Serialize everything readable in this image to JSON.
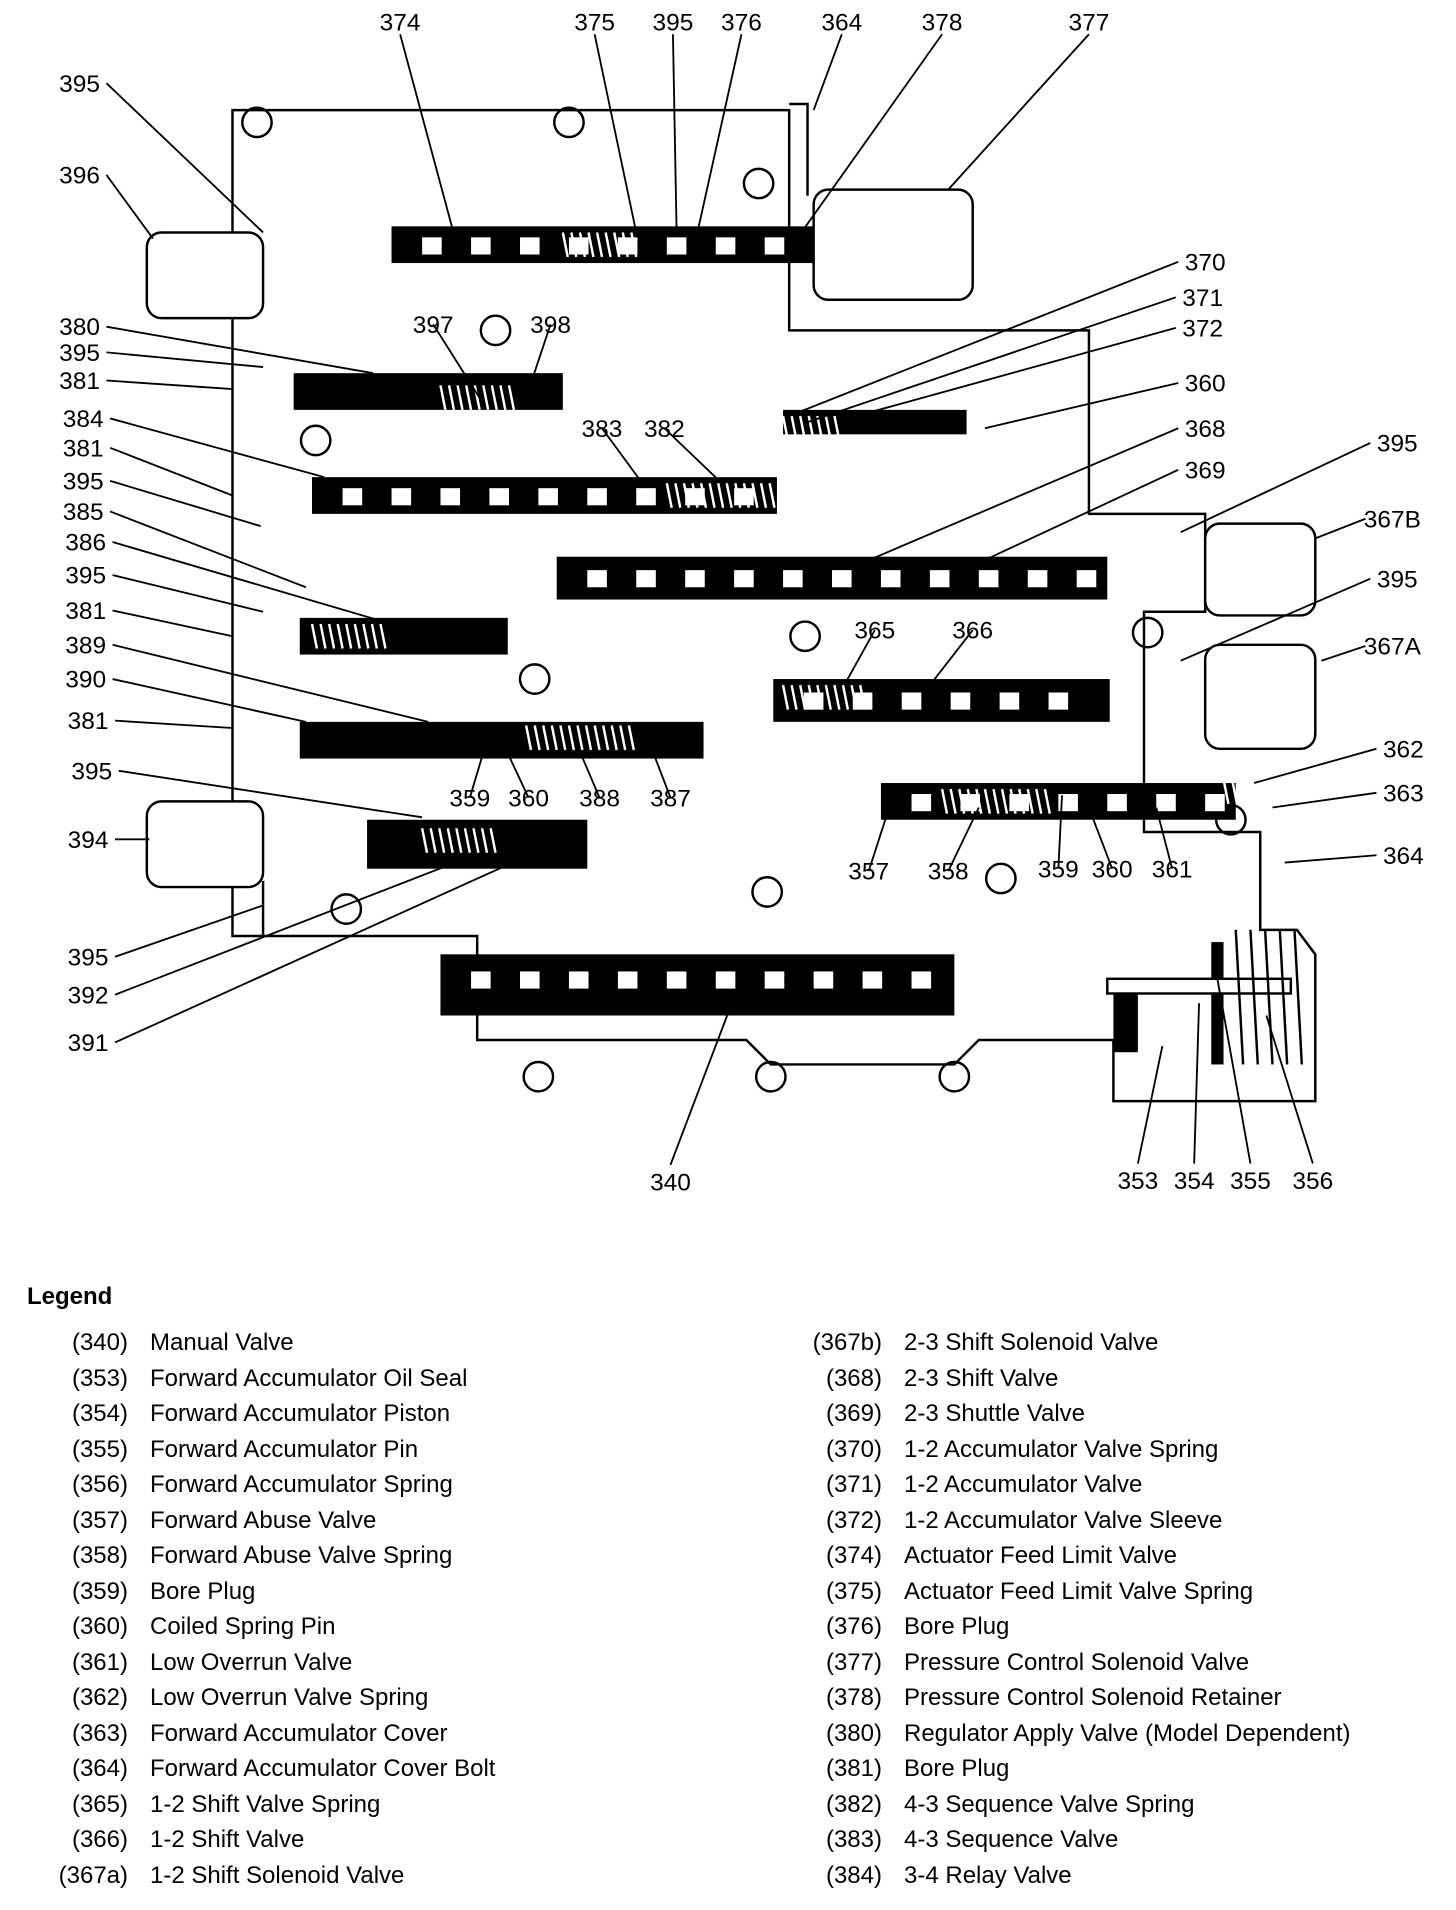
{
  "diagram": {
    "callouts": [
      "374",
      "375",
      "395",
      "376",
      "364",
      "378",
      "377",
      "395",
      "396",
      "380",
      "395",
      "381",
      "384",
      "381",
      "395",
      "385",
      "386",
      "395",
      "381",
      "389",
      "390",
      "381",
      "395",
      "394",
      "395",
      "392",
      "391",
      "397",
      "398",
      "383",
      "382",
      "370",
      "371",
      "372",
      "360",
      "368",
      "369",
      "395",
      "367B",
      "395",
      "367A",
      "362",
      "363",
      "364",
      "365",
      "366",
      "359",
      "360",
      "388",
      "387",
      "357",
      "358",
      "359",
      "360",
      "361",
      "340",
      "353",
      "354",
      "355",
      "356"
    ]
  },
  "legend": {
    "title": "Legend",
    "left": [
      {
        "num": "(340)",
        "name": "Manual Valve"
      },
      {
        "num": "(353)",
        "name": "Forward Accumulator Oil Seal"
      },
      {
        "num": "(354)",
        "name": "Forward Accumulator Piston"
      },
      {
        "num": "(355)",
        "name": "Forward Accumulator Pin"
      },
      {
        "num": "(356)",
        "name": "Forward Accumulator Spring"
      },
      {
        "num": "(357)",
        "name": "Forward Abuse Valve"
      },
      {
        "num": "(358)",
        "name": "Forward Abuse Valve Spring"
      },
      {
        "num": "(359)",
        "name": "Bore Plug"
      },
      {
        "num": "(360)",
        "name": "Coiled Spring Pin"
      },
      {
        "num": "(361)",
        "name": "Low Overrun Valve"
      },
      {
        "num": "(362)",
        "name": "Low Overrun Valve Spring"
      },
      {
        "num": "(363)",
        "name": "Forward Accumulator Cover"
      },
      {
        "num": "(364)",
        "name": "Forward Accumulator Cover Bolt"
      },
      {
        "num": "(365)",
        "name": "1-2 Shift Valve Spring"
      },
      {
        "num": "(366)",
        "name": "1-2 Shift Valve"
      },
      {
        "num": "(367a)",
        "name": "1-2 Shift Solenoid Valve"
      }
    ],
    "right": [
      {
        "num": "(367b)",
        "name": "2-3 Shift Solenoid Valve"
      },
      {
        "num": "(368)",
        "name": "2-3 Shift Valve"
      },
      {
        "num": "(369)",
        "name": "2-3 Shuttle Valve"
      },
      {
        "num": "(370)",
        "name": "1-2 Accumulator Valve Spring"
      },
      {
        "num": "(371)",
        "name": "1-2 Accumulator Valve"
      },
      {
        "num": "(372)",
        "name": "1-2 Accumulator Valve Sleeve"
      },
      {
        "num": "(374)",
        "name": "Actuator Feed Limit Valve"
      },
      {
        "num": "(375)",
        "name": "Actuator Feed Limit Valve Spring"
      },
      {
        "num": "(376)",
        "name": "Bore Plug"
      },
      {
        "num": "(377)",
        "name": "Pressure Control Solenoid Valve"
      },
      {
        "num": "(378)",
        "name": "Pressure Control Solenoid Retainer"
      },
      {
        "num": "(380)",
        "name": "Regulator Apply Valve (Model Dependent)"
      },
      {
        "num": "(381)",
        "name": "Bore Plug"
      },
      {
        "num": "(382)",
        "name": "4-3 Sequence Valve Spring"
      },
      {
        "num": "(383)",
        "name": "4-3 Sequence Valve"
      },
      {
        "num": "(384)",
        "name": "3-4 Relay Valve"
      }
    ]
  }
}
